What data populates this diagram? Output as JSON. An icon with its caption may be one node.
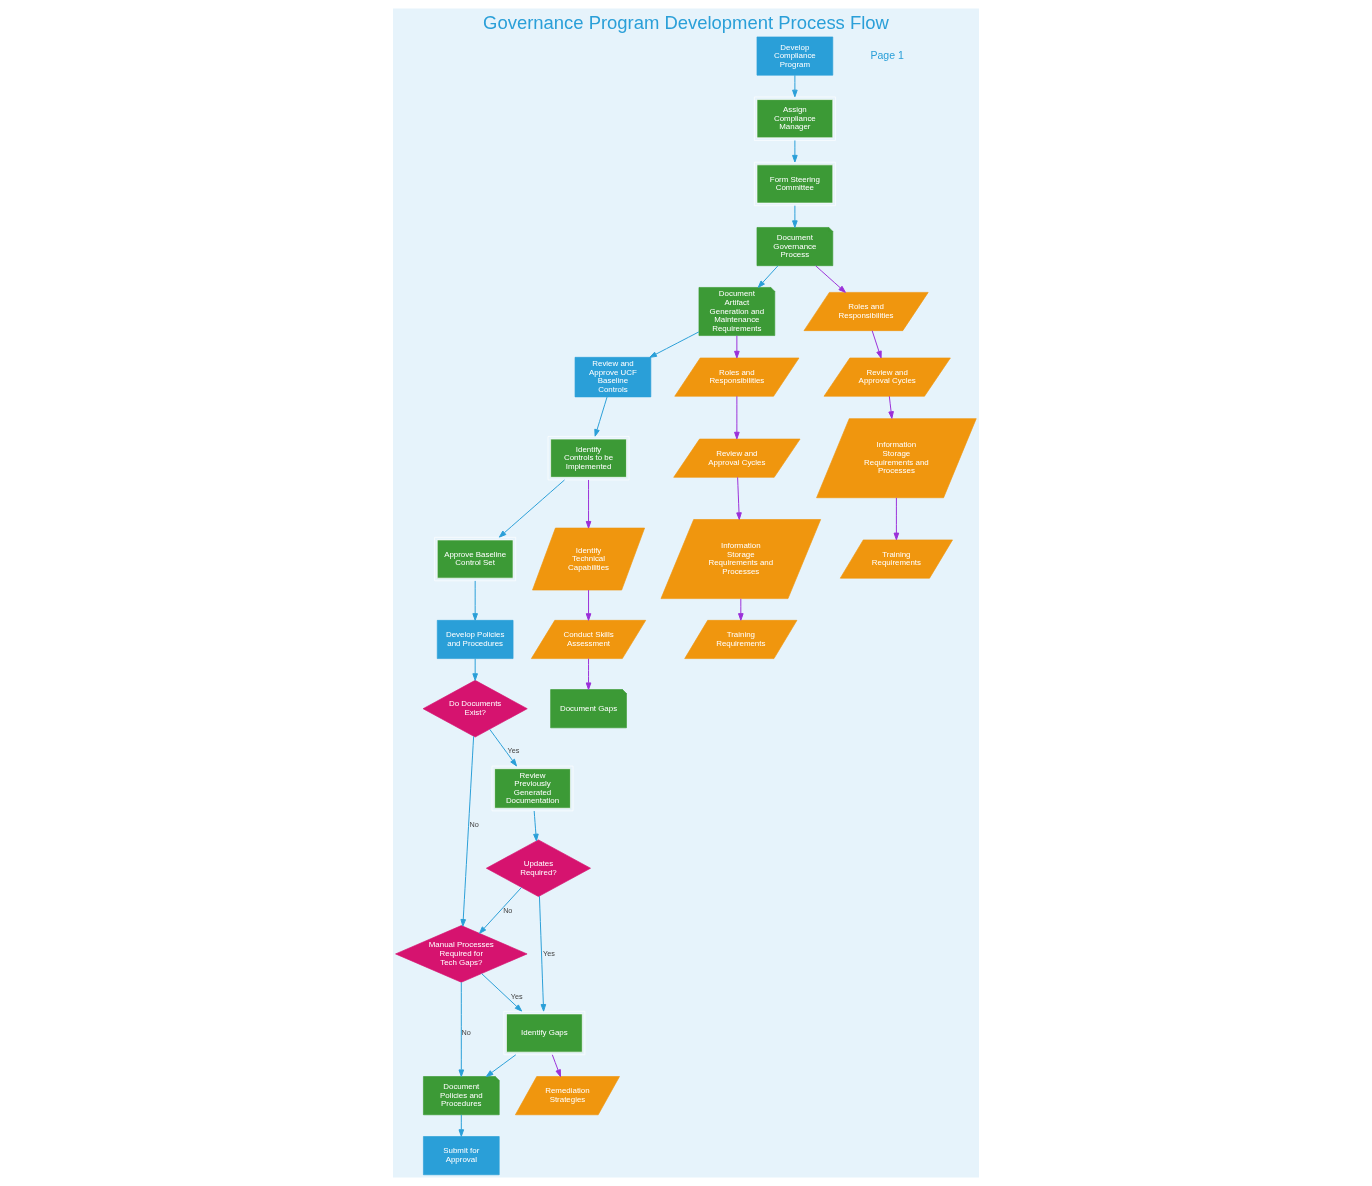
{
  "diagram": {
    "title": "Governance Program Development Process Flow",
    "nodes": [
      {
        "text": [
          "Develop Compliance Program"
        ]
      },
      {
        "text": [
          "Assign Compliance Manager"
        ]
      },
      {
        "text": [
          "Form Steering Committee"
        ]
      },
      {
        "text": [
          "Review and Approve UCF Baseline Controls"
        ]
      },
      {
        "text": [
          "Document Governance Process"
        ]
      },
      {
        "text": [
          "Document Artifact Generation and Maintenance Requirements"
        ]
      },
      {
        "text": [
          "Identify Controls to be Implemented"
        ]
      },
      {
        "text": [
          "Approve Baseline Control Set"
        ]
      },
      {
        "text": [
          "Roles and Responsibilities"
        ]
      },
      {
        "text": [
          "Review and Approval Cycles"
        ]
      },
      {
        "text": [
          "Information Storage Requirements and Processes"
        ]
      },
      {
        "text": [
          "Training Requirements"
        ]
      },
      {
        "text": [
          "Roles and Responsibilities"
        ]
      },
      {
        "text": [
          "Review and Approval Cycles"
        ]
      },
      {
        "text": [
          "Information Storage Requirements and Processes"
        ]
      },
      {
        "text": [
          "Training Requirements"
        ]
      },
      {
        "text": [
          "Identify Technical Capabilities"
        ]
      },
      {
        "text": [
          "Conduct Skills Assessment"
        ]
      },
      {
        "text": [
          "Document Gaps"
        ]
      },
      {
        "text": [
          "Do Documents Exist?"
        ]
      },
      {
        "text": [
          "Develop Policies and Procedures"
        ]
      },
      {
        "text": [
          "Review Previously Generated Documentation"
        ]
      },
      {
        "text": [
          "Manual Processes Required for Tech Gaps?"
        ]
      },
      {
        "text": [
          "Document Policies and Procedures"
        ]
      },
      {
        "text": [
          "Submit for Approval"
        ]
      },
      {
        "text": [
          "Updates Required?"
        ]
      },
      {
        "text": [
          "Identify Gaps"
        ]
      },
      {
        "text": [
          "Remediation Strategies"
        ]
      }
    ],
    "edges": [
      {
        "from": 0,
        "to": 1,
        "arrow": "to"
      },
      {
        "from": 1,
        "to": 2,
        "arrow": "to"
      },
      {
        "from": 2,
        "to": 4,
        "arrow": "to"
      },
      {
        "from": 4,
        "to": 5,
        "arrow": "to"
      },
      {
        "from": 5,
        "to": 3,
        "arrow": "to"
      },
      {
        "from": 3,
        "to": 6,
        "arrow": "to"
      },
      {
        "from": 6,
        "to": 7,
        "arrow": "to"
      },
      {
        "from": 4,
        "to": 8,
        "arrow": "to",
        "color": "#9b30d9"
      },
      {
        "from": 8,
        "to": 9,
        "arrow": "to",
        "color": "#9b30d9"
      },
      {
        "from": 9,
        "to": 10,
        "arrow": "to",
        "color": "#9b30d9"
      },
      {
        "from": 10,
        "to": 11,
        "arrow": "to",
        "color": "#9b30d9"
      },
      {
        "from": 5,
        "to": 12,
        "arrow": "to",
        "color": "#9b30d9"
      },
      {
        "from": 12,
        "to": 13,
        "arrow": "to",
        "color": "#9b30d9"
      },
      {
        "from": 13,
        "to": 14,
        "arrow": "to",
        "color": "#9b30d9"
      },
      {
        "from": 14,
        "to": 15,
        "arrow": "to",
        "color": "#9b30d9"
      },
      {
        "from": 6,
        "to": 16,
        "arrow": "to",
        "color": "#9b30d9"
      },
      {
        "from": 16,
        "to": 17,
        "arrow": "to",
        "color": "#9b30d9"
      },
      {
        "from": 17,
        "to": 18,
        "arrow": "to",
        "color": "#9b30d9"
      },
      {
        "from": 7,
        "to": 20,
        "arrow": "to"
      },
      {
        "from": 20,
        "to": 19,
        "arrow": "to"
      },
      {
        "from": 19,
        "to": 21,
        "arrow": "to",
        "label": "Yes"
      },
      {
        "from": 19,
        "to": 22,
        "arrow": "to",
        "label": "No"
      },
      {
        "from": 21,
        "to": 25,
        "arrow": "to"
      },
      {
        "from": 25,
        "to": 22,
        "arrow": "to",
        "label": "No"
      },
      {
        "from": 22,
        "to": 23,
        "arrow": "to",
        "label": "No"
      },
      {
        "from": 23,
        "to": 24,
        "arrow": "to"
      },
      {
        "from": 25,
        "to": 26,
        "arrow": "to",
        "label": "Yes"
      },
      {
        "from": 22,
        "to": 26,
        "arrow": "to",
        "label": "Yes"
      },
      {
        "from": 26,
        "to": 23,
        "arrow": "to"
      },
      {
        "from": 26,
        "to": 27,
        "arrow": "to",
        "color": "#9b30d9"
      }
    ],
    "labels": [
      "Page 1"
    ]
  }
}
